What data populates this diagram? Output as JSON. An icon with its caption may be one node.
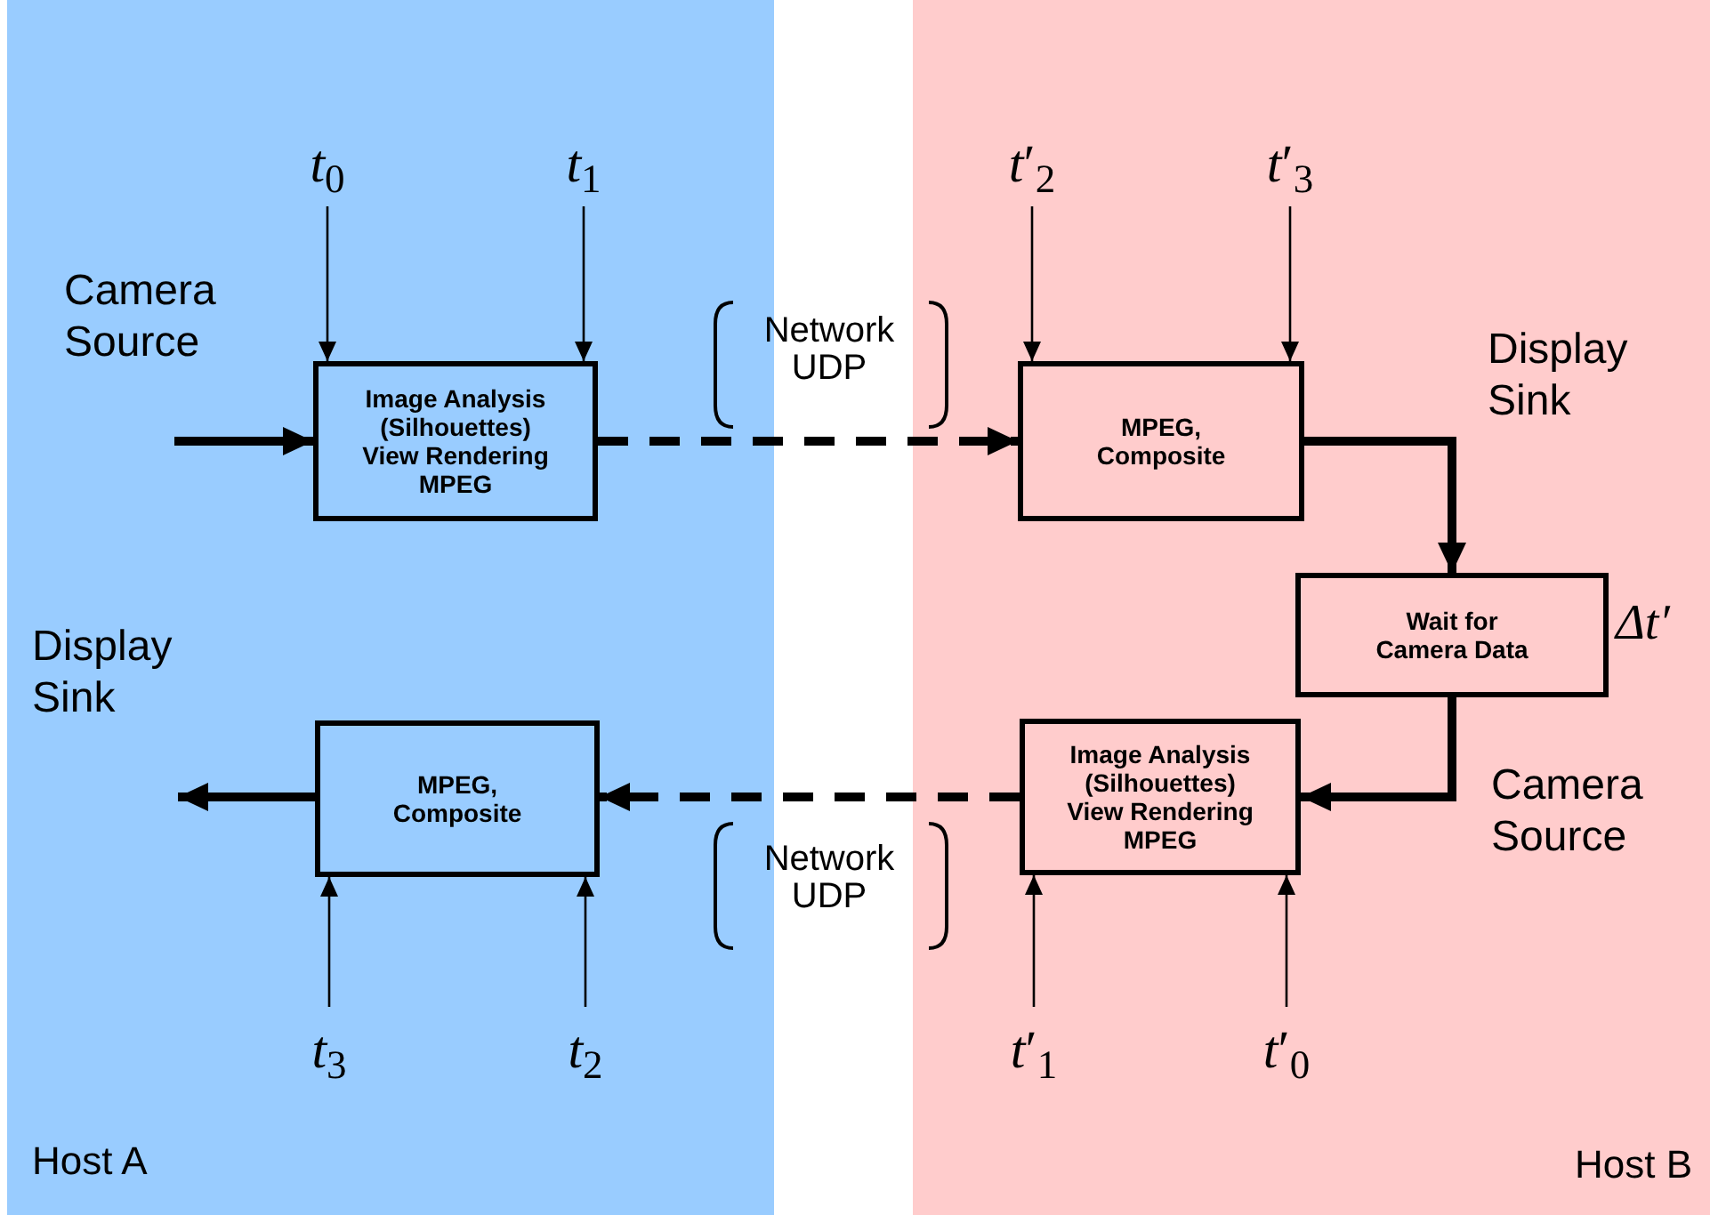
{
  "diagram": {
    "nodes": [
      {
        "text": [
          "Host A"
        ]
      },
      {
        "text": [
          "Host B"
        ]
      },
      {
        "text": [
          "*t*$_{0}$"
        ],
        "in": 0
      },
      {
        "text": [
          "*t*$_{1}$"
        ],
        "in": 0
      },
      {
        "text": [
          "*t*′$_{2}$"
        ],
        "in": 1
      },
      {
        "text": [
          "*t*′$_{3}$"
        ],
        "in": 1
      },
      {
        "text": [
          "Image Analysis (Silhouettes) View Rendering MPEG"
        ],
        "in": 0
      },
      {
        "text": [
          "MPEG, Composite"
        ],
        "in": 0
      },
      {
        "text": [
          "Wait for Camera Data"
        ],
        "in": 1,
        "beside": [
          "Δt′"
        ]
      },
      {
        "text": [
          "Image Analysis (Silhouettes) View Rendering MPEG"
        ],
        "in": 1
      },
      {
        "text": [
          "MPEG, Composite"
        ],
        "in": 1
      },
      {
        "text": [
          "*t*$_{3}$"
        ],
        "in": 0
      },
      {
        "text": [
          "*t*$_{2}$"
        ],
        "in": 0
      },
      {
        "text": [
          "*t*′$_{1}$"
        ],
        "in": 1
      },
      {
        "text": [
          "*t*′$_{0}$"
        ],
        "in": 1
      }
    ],
    "edges": [
      {
        "from": null,
        "to": 6,
        "arrow": "to",
        "style": "thick"
      },
      {
        "from": 6,
        "to": 10,
        "arrow": "to",
        "style": "dashed"
      },
      {
        "from": 10,
        "to": 8,
        "arrow": "to",
        "style": "thick"
      },
      {
        "from": 8,
        "to": 9,
        "arrow": "to",
        "style": "thick"
      },
      {
        "from": 9,
        "to": 7,
        "arrow": "to",
        "style": "dashed"
      },
      {
        "from": 7,
        "to": null,
        "arrow": "to",
        "style": "thick"
      },
      {
        "from": 2,
        "to": 6,
        "arrow": "to"
      },
      {
        "from": 3,
        "to": 6,
        "arrow": "to"
      },
      {
        "from": 4,
        "to": 10,
        "arrow": "to"
      },
      {
        "from": 5,
        "to": 10,
        "arrow": "to"
      },
      {
        "from": 11,
        "to": 7,
        "arrow": "to"
      },
      {
        "from": 12,
        "to": 7,
        "arrow": "to"
      },
      {
        "from": 13,
        "to": 9,
        "arrow": "to"
      },
      {
        "from": 14,
        "to": 9,
        "arrow": "to"
      }
    ],
    "labels": [
      "Camera Source",
      "Network UDP",
      "Display Sink",
      "Display Sink",
      "Camera Source",
      "Network UDP"
    ]
  }
}
